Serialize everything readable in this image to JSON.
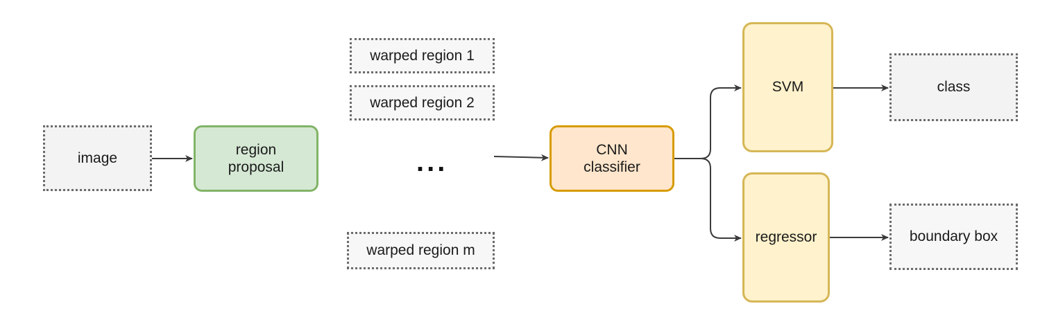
{
  "nodes": {
    "image": "image",
    "region_proposal": "region\nproposal",
    "warped_1": "warped region 1",
    "warped_2": "warped region 2",
    "ellipsis": "...",
    "warped_m": "warped region m",
    "cnn": "CNN\nclassifier",
    "svm": "SVM",
    "regressor": "regressor",
    "class_out": "class",
    "bbox_out": "boundary box"
  },
  "colors": {
    "green_fill": "#d5e8d4",
    "green_stroke": "#82b366",
    "orange_fill": "#ffe6cc",
    "orange_stroke": "#d79b00",
    "yellow_fill": "#fff2cc",
    "yellow_stroke": "#d6b656",
    "dotted_stroke": "#6b6b6b",
    "edge": "#3a3a3a"
  }
}
